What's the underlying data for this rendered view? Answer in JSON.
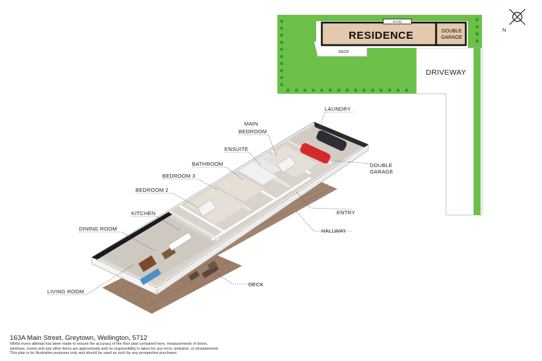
{
  "site_plan": {
    "residence": "RESIDENCE",
    "garage_line1": "DOUBLE",
    "garage_line2": "GARAGE",
    "patio": "PATIO",
    "deck": "DECK",
    "driveway": "DRIVEWAY",
    "north": "N"
  },
  "room_labels": {
    "laundry": "LAUNDRY",
    "main_bedroom_line1": "MAIN",
    "main_bedroom_line2": "BEDROOM",
    "ensuite": "ENSUITE",
    "bathroom": "BATHROOM",
    "bedroom3": "BEDROOM 3",
    "bedroom2": "BEDROOM 2",
    "kitchen": "KITCHEN",
    "dining_room": "DINING ROOM",
    "living_room": "LIVING ROOM",
    "double_garage_line1": "DOUBLE",
    "double_garage_line2": "GARAGE",
    "entry": "ENTRY",
    "hallway": "HALLWAY",
    "deck": "DECK"
  },
  "footer": {
    "address": "163A Main Street, Greytown, Wellington, 5712",
    "disclaimer_1": "Whilst every attempt has been made to ensure the accuracy of the floor plan contained here, measurements of doors,",
    "disclaimer_2": "windows, rooms and any other items are approximate and no responsibility is taken for any error, omission, or misstatement.",
    "disclaimer_3": "This plan is for illustrative purposes only and should be used as such by any prospective purchaser."
  },
  "colors": {
    "lawn": "#6cc04a",
    "hedge": "#2f9a2f",
    "residence_fill": "#e3c9ad",
    "floor_wood": "#9c7e68",
    "interior_floor": "#d9d3cc",
    "wall": "#ffffff",
    "car": "#d42a2a"
  }
}
